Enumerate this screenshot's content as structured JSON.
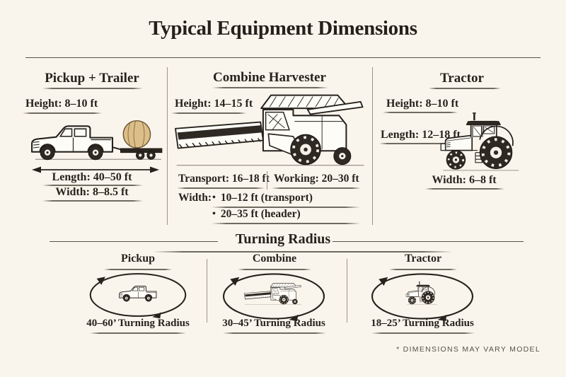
{
  "page": {
    "title": "Typical Equipment Dimensions",
    "footnote": "* DIMENSIONS MAY VARY MODEL"
  },
  "colors": {
    "background": "#faf5ec",
    "ink": "#27221d",
    "rule_line": "#6f6a5f",
    "hay_bale": "#dcbe88",
    "footnote_text": "#55504a"
  },
  "sections": {
    "pickup": {
      "title": "Pickup + Trailer",
      "height": "Height: 8–10 ft",
      "length": "Length: 40–50 ft",
      "width": "Width: 8–8.5 ft"
    },
    "combine": {
      "title": "Combine Harvester",
      "height": "Height: 14–15 ft",
      "transport": "Transport: 16–18 ft",
      "working": "Working: 20–30 ft",
      "width_label": "Width:",
      "bullet": "•",
      "width_items": [
        "10–12 ft (transport)",
        "20–35 ft (header)"
      ]
    },
    "tractor": {
      "title": "Tractor",
      "height": "Height: 8–10 ft",
      "length": "Length: 12–18 ft",
      "width": "Width: 6–8 ft"
    }
  },
  "turning": {
    "title": "Turning Radius",
    "items": [
      {
        "label": "Pickup",
        "radius": "40–60’ Turning Radius"
      },
      {
        "label": "Combine",
        "radius": "30–45’ Turning Radius"
      },
      {
        "label": "Tractor",
        "radius": "18–25’ Turning Radius"
      }
    ]
  }
}
